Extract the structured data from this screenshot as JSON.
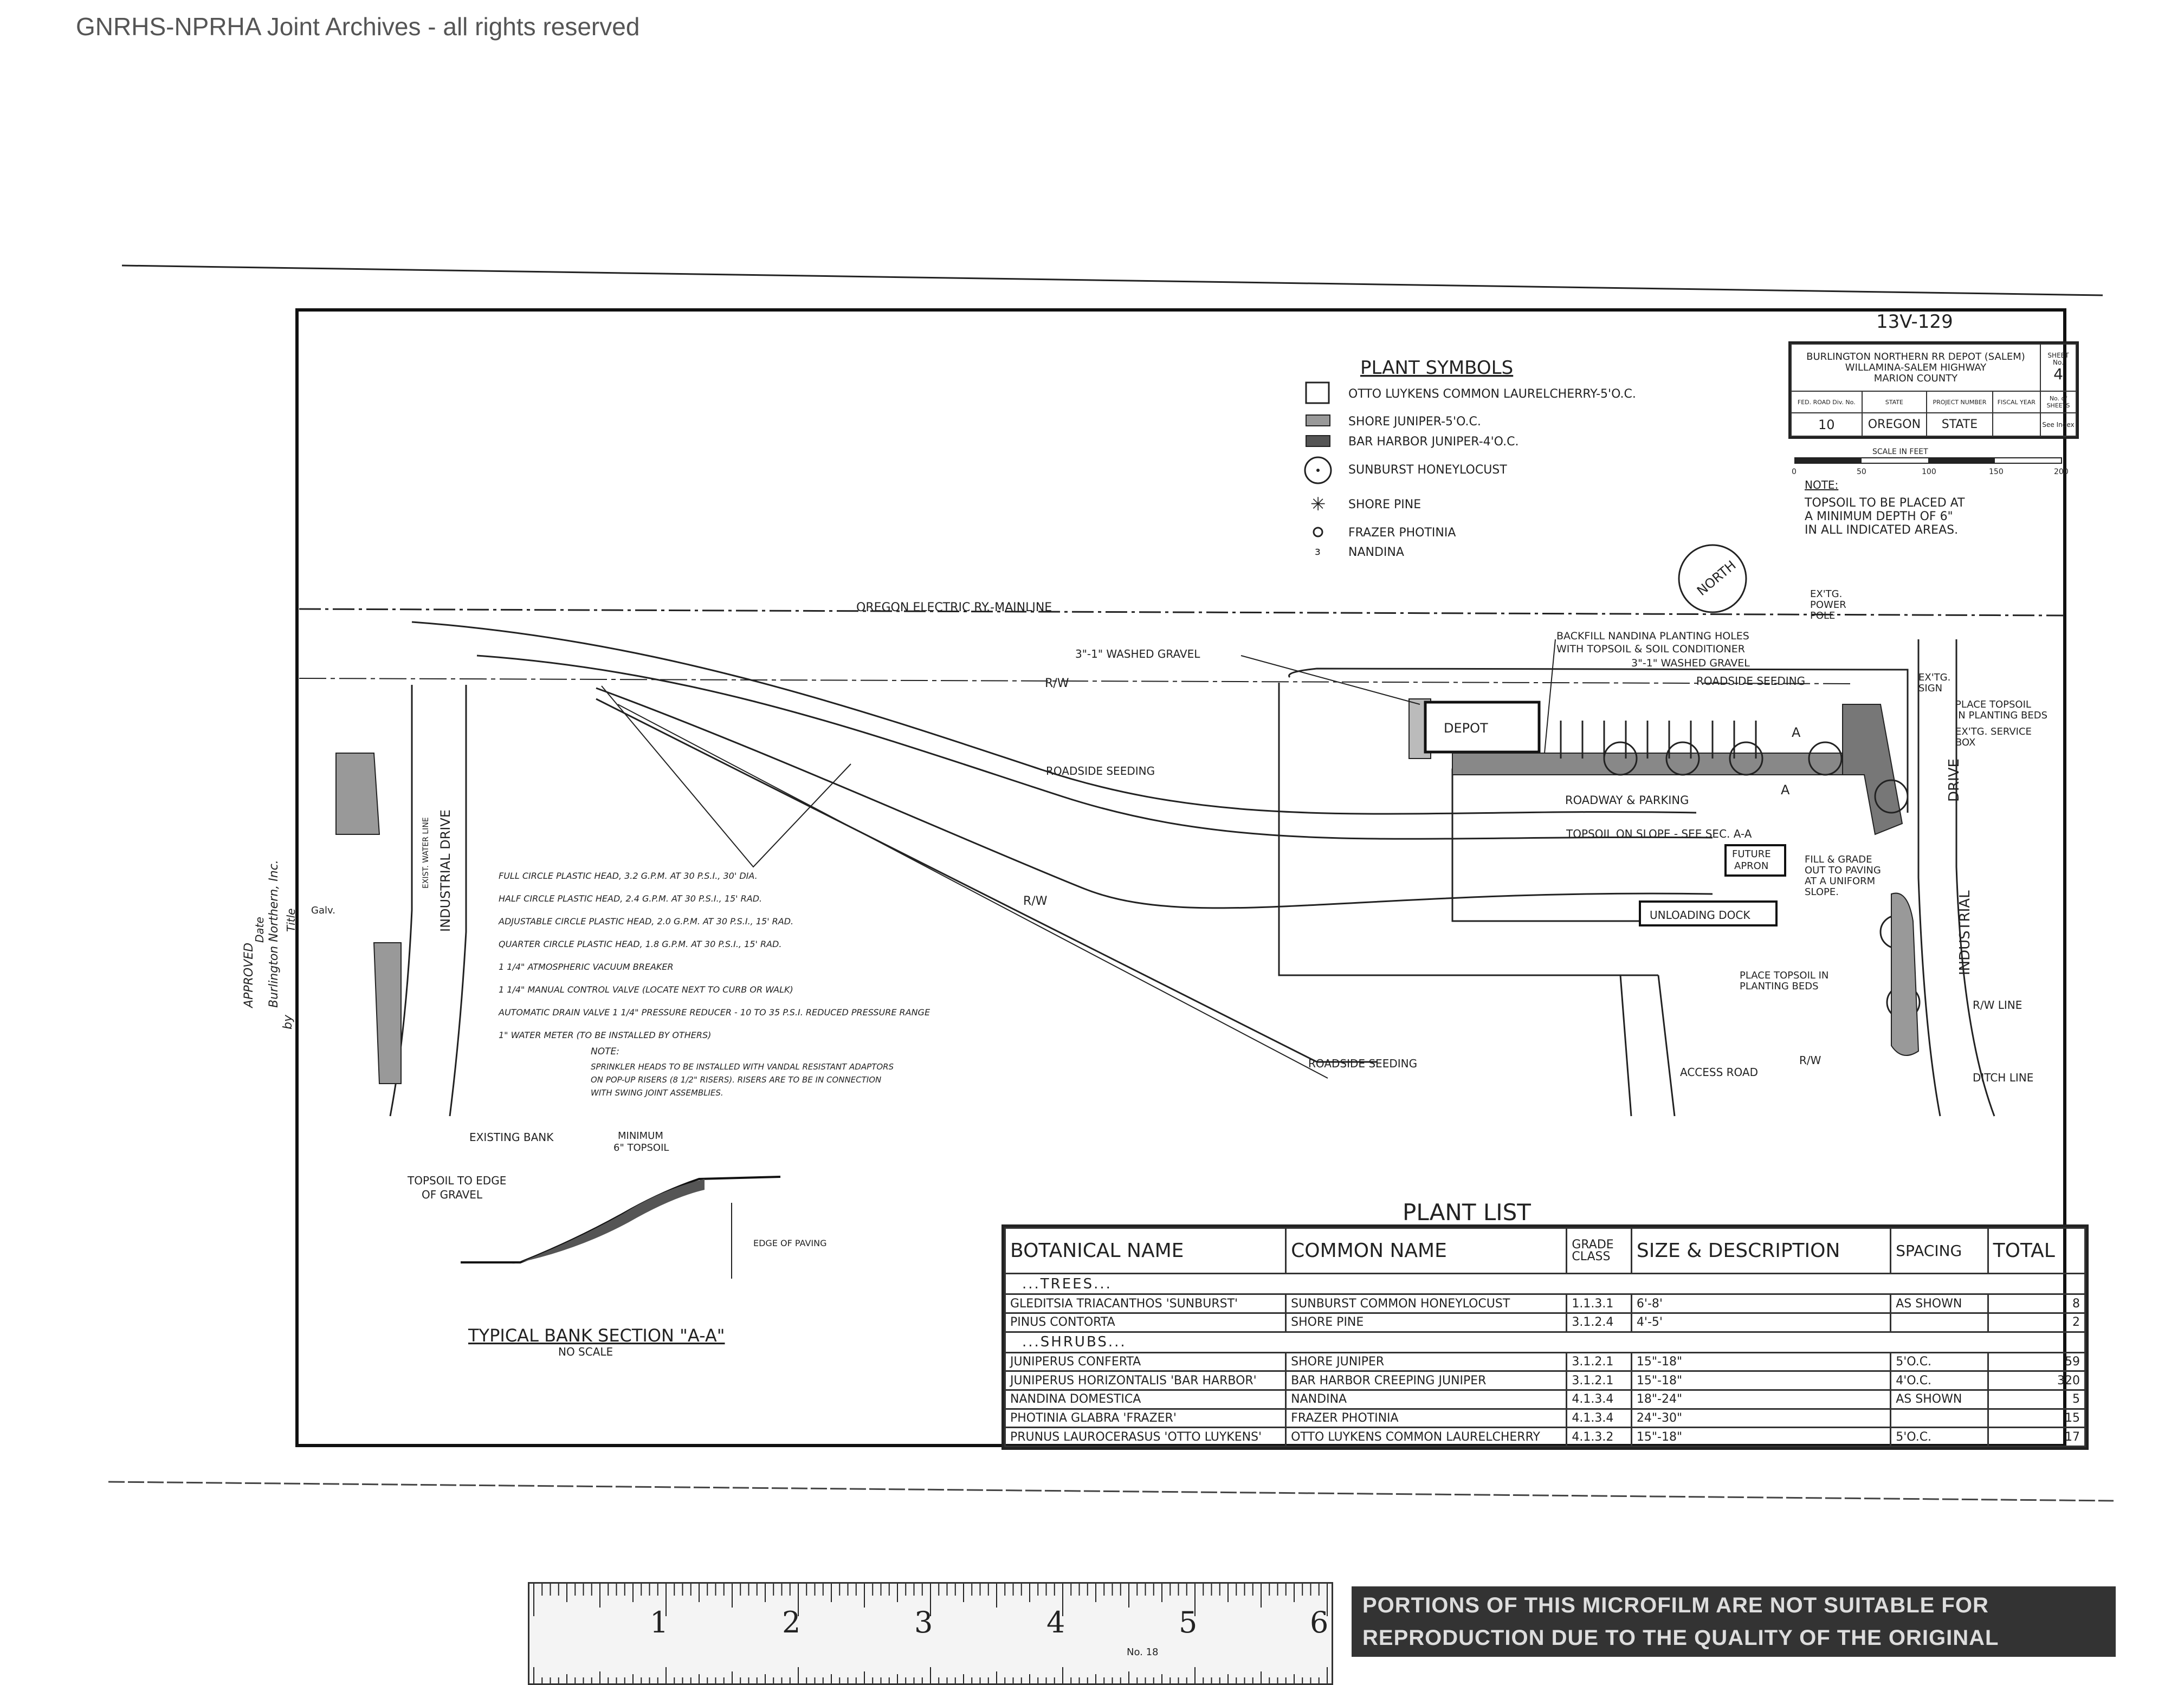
{
  "watermark": "GNRHS-NPRHA Joint Archives - all rights reserved",
  "drawing_number": "13V-129",
  "title_block": {
    "project_title": "BURLINGTON NORTHERN RR DEPOT (SALEM)",
    "route": "WILLAMINA-SALEM HIGHWAY",
    "county": "MARION COUNTY",
    "sheet_label": "SHEET No.",
    "sheet_no": "4",
    "fed_road_label": "FED. ROAD Div. No.",
    "fed_road": "10",
    "state_label": "STATE",
    "state": "OREGON",
    "project_label": "PROJECT NUMBER",
    "project": "STATE",
    "fiscal_label": "FISCAL YEAR",
    "sheets_label": "No. of SHEETS",
    "see_index": "See Index"
  },
  "scale": {
    "label": "SCALE IN FEET",
    "ticks": [
      "0",
      "50",
      "100",
      "150",
      "200"
    ]
  },
  "note": {
    "heading": "NOTE:",
    "lines": [
      "TOPSOIL TO BE PLACED AT",
      "A MINIMUM DEPTH OF 6\"",
      "IN ALL INDICATED AREAS."
    ]
  },
  "plant_symbols": {
    "heading": "PLANT SYMBOLS",
    "items": [
      "OTTO LUYKENS COMMON LAURELCHERRY-5'O.C.",
      "SHORE JUNIPER-5'O.C.",
      "BAR HARBOR JUNIPER-4'O.C.",
      "SUNBURST HONEYLOCUST",
      "SHORE PINE",
      "FRAZER PHOTINIA",
      "NANDINA"
    ]
  },
  "north": "NORTH",
  "site_labels": {
    "mainline": "OREGON ELECTRIC RY.-MAINLINE",
    "gravel": "3\"-1\" WASHED GRAVEL",
    "backfill_1": "BACKFILL NANDINA PLANTING HOLES",
    "backfill_2": "WITH TOPSOIL & SOIL CONDITIONER",
    "backfill_3": "3\"-1\" WASHED GRAVEL",
    "ex_power_1": "EX'TG.",
    "ex_power_2": "POWER",
    "ex_power_3": "POLE",
    "ex_sign_1": "EX'TG.",
    "ex_sign_2": "SIGN",
    "row_top": "R/W",
    "roadside_seeding_top": "ROADSIDE SEEDING",
    "roadside_seeding_mid": "ROADSIDE SEEDING",
    "roadside_seeding_bottom": "ROADSIDE SEEDING",
    "depot": "DEPOT",
    "place_topsoil_1": "PLACE TOPSOIL",
    "place_topsoil_2": "IN PLANTING BEDS",
    "ex_service_1": "EX'TG. SERVICE",
    "ex_service_2": "BOX",
    "roadway": "ROADWAY & PARKING",
    "aa_1": "A",
    "aa_2": "A",
    "topsoil_slope": "TOPSOIL ON SLOPE - SEE SEC. A-A",
    "future_1": "FUTURE",
    "future_2": "APRON",
    "fill_1": "FILL & GRADE",
    "fill_2": "OUT TO PAVING",
    "fill_3": "AT A UNIFORM",
    "fill_4": "SLOPE.",
    "unloading": "UNLOADING DOCK",
    "row_mid": "R/W",
    "place_topsoil_b1": "PLACE TOPSOIL IN",
    "place_topsoil_b2": "PLANTING BEDS",
    "rw_line": "R/W LINE",
    "access_road": "ACCESS ROAD",
    "row_bottom": "R/W",
    "ditch_line": "DITCH LINE",
    "industrial_drive_left": "INDUSTRIAL DRIVE",
    "industrial_drive_right_a": "DRIVE",
    "industrial_drive_right_b": "INDUSTRIAL",
    "exist_water": "EXIST. WATER LINE",
    "galv": "Galv."
  },
  "sprinkler_legend": {
    "items": [
      "FULL CIRCLE PLASTIC HEAD, 3.2 G.P.M. AT 30 P.S.I., 30' DIA.",
      "HALF CIRCLE PLASTIC HEAD, 2.4 G.P.M. AT 30 P.S.I., 15' RAD.",
      "ADJUSTABLE CIRCLE PLASTIC HEAD, 2.0 G.P.M. AT 30 P.S.I., 15' RAD.",
      "QUARTER CIRCLE PLASTIC HEAD, 1.8 G.P.M. AT 30 P.S.I., 15' RAD.",
      "1 1/4\" ATMOSPHERIC VACUUM BREAKER",
      "1 1/4\" MANUAL CONTROL VALVE (LOCATE NEXT TO CURB OR WALK)",
      "AUTOMATIC DRAIN VALVE    1 1/4\" PRESSURE REDUCER - 10 TO 35 P.S.I. REDUCED PRESSURE RANGE",
      "1\" WATER METER (TO BE INSTALLED BY OTHERS)"
    ],
    "note_heading": "NOTE:",
    "note_lines": [
      "SPRINKLER HEADS TO BE INSTALLED WITH VANDAL RESISTANT ADAPTORS",
      "ON POP-UP RISERS (8 1/2\" RISERS). RISERS ARE TO BE IN CONNECTION",
      "WITH SWING JOINT ASSEMBLIES."
    ]
  },
  "approval": {
    "approved": "APPROVED",
    "date": "Date",
    "company": "Burlington Northern, Inc.",
    "by": "by",
    "title": "Title"
  },
  "bank_section": {
    "existing_bank": "EXISTING BANK",
    "minimum_1": "MINIMUM",
    "minimum_2": "6\" TOPSOIL",
    "topsoil_1": "TOPSOIL TO EDGE",
    "topsoil_2": "OF GRAVEL",
    "edge_of_paving": "EDGE OF PAVING",
    "title": "TYPICAL BANK SECTION \"A-A\"",
    "no_scale": "NO SCALE"
  },
  "plant_list": {
    "title": "PLANT LIST",
    "headers": [
      "BOTANICAL NAME",
      "COMMON NAME",
      "GRADE CLASS",
      "SIZE & DESCRIPTION",
      "SPACING",
      "TOTAL"
    ],
    "trees_label": "...TREES...",
    "trees": [
      [
        "GLEDITSIA TRIACANTHOS 'SUNBURST'",
        "SUNBURST COMMON HONEYLOCUST",
        "1.1.3.1",
        "6'-8'",
        "AS SHOWN",
        "8"
      ],
      [
        "PINUS CONTORTA",
        "SHORE PINE",
        "3.1.2.4",
        "4'-5'",
        "",
        "2"
      ]
    ],
    "shrubs_label": "...SHRUBS...",
    "shrubs": [
      [
        "JUNIPERUS CONFERTA",
        "SHORE JUNIPER",
        "3.1.2.1",
        "15\"-18\"",
        "5'O.C.",
        "59"
      ],
      [
        "JUNIPERUS HORIZONTALIS 'BAR HARBOR'",
        "BAR HARBOR CREEPING JUNIPER",
        "3.1.2.1",
        "15\"-18\"",
        "4'O.C.",
        "320"
      ],
      [
        "NANDINA DOMESTICA",
        "NANDINA",
        "4.1.3.4",
        "18\"-24\"",
        "AS SHOWN",
        "5"
      ],
      [
        "PHOTINIA GLABRA 'FRAZER'",
        "FRAZER PHOTINIA",
        "4.1.3.4",
        "24\"-30\"",
        "",
        "15"
      ],
      [
        "PRUNUS LAUROCERASUS 'OTTO LUYKENS'",
        "OTTO LUYKENS COMMON LAURELCHERRY",
        "4.1.3.2",
        "15\"-18\"",
        "5'O.C.",
        "17"
      ]
    ]
  },
  "ruler": {
    "numbers": [
      "1",
      "2",
      "3",
      "4",
      "5",
      "6"
    ],
    "model": "No. 18",
    "stamp_text": "PORTIONS OF THIS MICROFILM ARE NOT SUITABLE FOR REPRODUCTION DUE TO THE QUALITY OF THE ORIGINAL"
  }
}
